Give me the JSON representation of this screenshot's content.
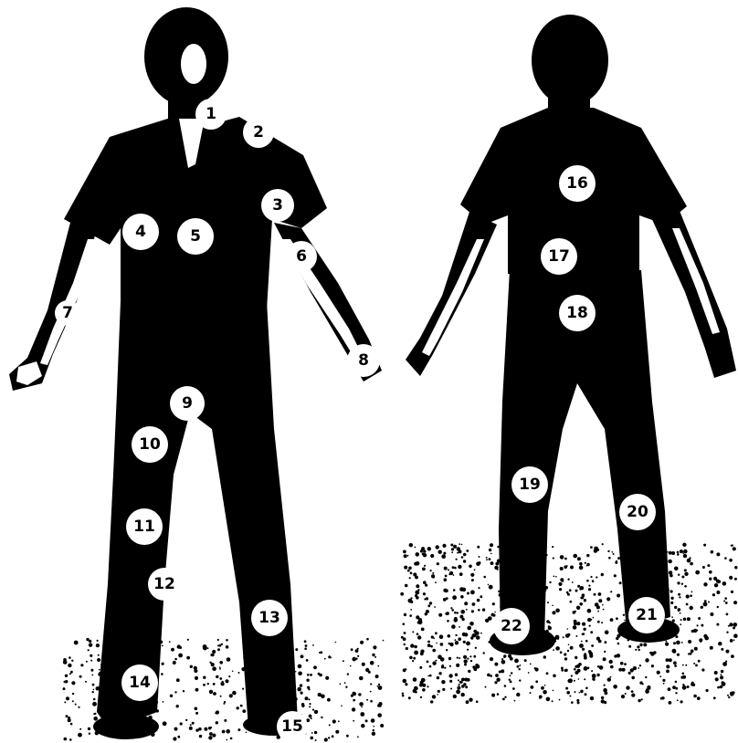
{
  "markers": {
    "front": [
      "1",
      "2",
      "3",
      "4",
      "5",
      "6",
      "7",
      "8",
      "9",
      "10",
      "11",
      "12",
      "13",
      "14",
      "15"
    ],
    "back": [
      "16",
      "17",
      "18",
      "19",
      "20",
      "21",
      "22"
    ]
  },
  "colors": {
    "silhouette": "#000000",
    "background": "#ffffff",
    "marker_fill": "#ffffff",
    "marker_text": "#000000"
  }
}
